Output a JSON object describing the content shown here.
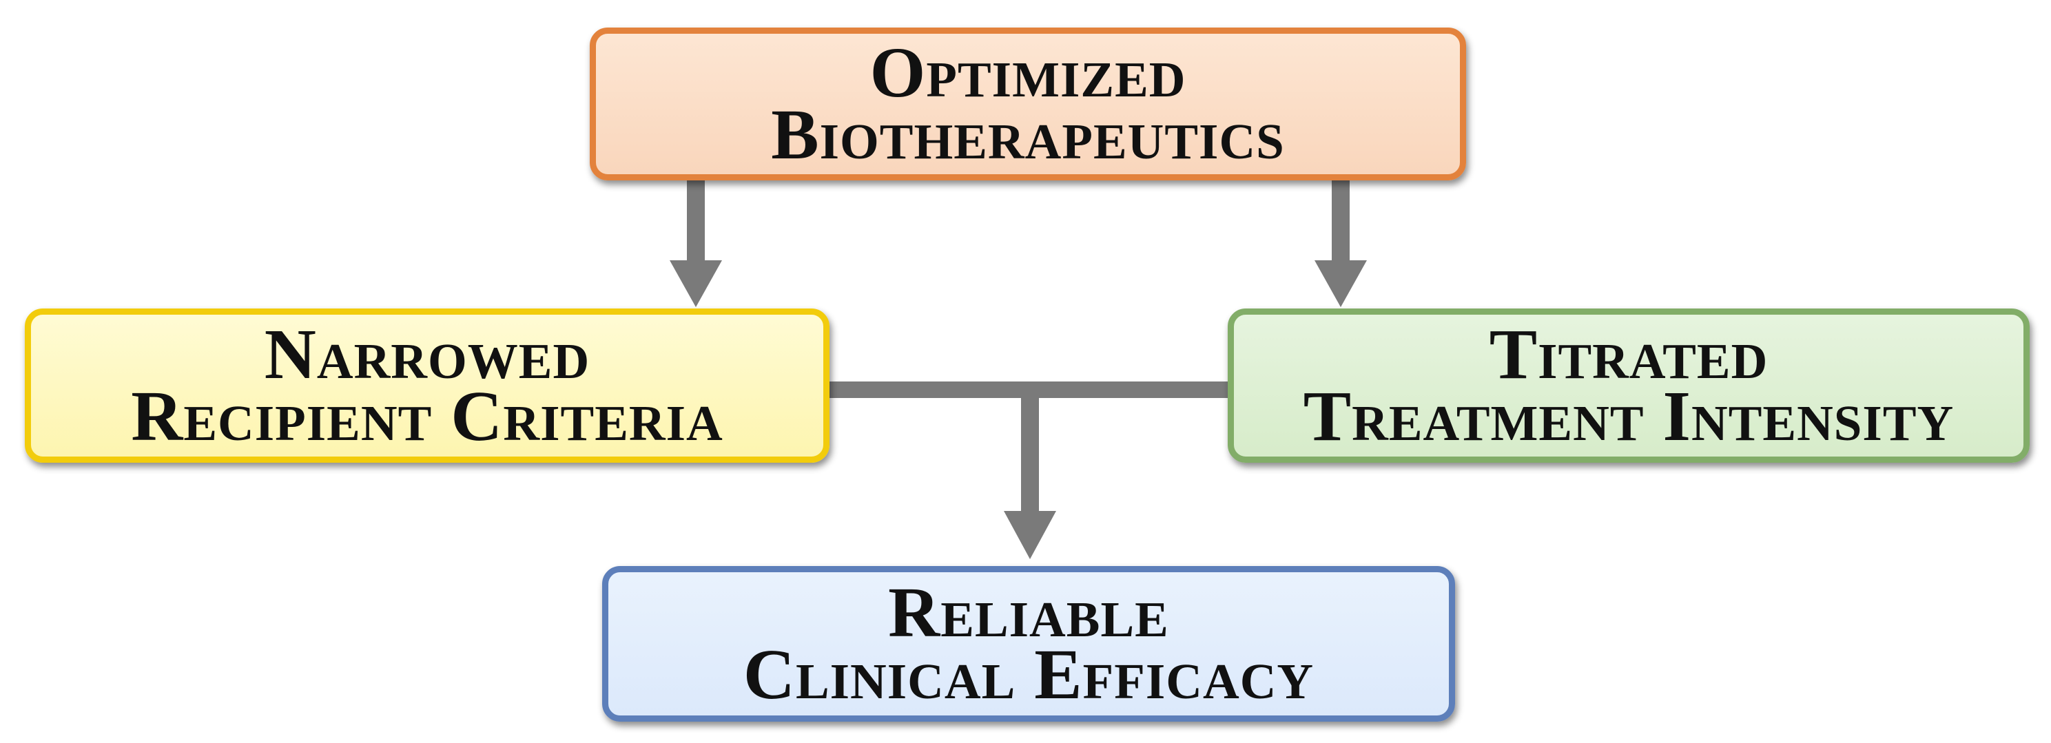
{
  "nodes": {
    "top": {
      "lines": [
        "Optimized",
        "Biotherapeutics"
      ]
    },
    "left": {
      "lines": [
        "Narrowed",
        "Recipient Criteria"
      ]
    },
    "right": {
      "lines": [
        "Titrated",
        "Treatment Intensity"
      ]
    },
    "bottom": {
      "lines": [
        "Reliable",
        "Clinical Efficacy"
      ]
    }
  },
  "colors": {
    "connector": "#7a7a7a",
    "top_border": "#e3823c",
    "top_fill": "#fbdcc5",
    "left_border": "#f2cc0c",
    "left_fill": "#fef9c3",
    "right_border": "#82ad68",
    "right_fill": "#ddefd1",
    "bottom_border": "#5d7fba",
    "bottom_fill": "#e2edfc"
  },
  "edges": [
    {
      "from": "top",
      "to": "left"
    },
    {
      "from": "top",
      "to": "right"
    },
    {
      "from": "left",
      "to": "bottom"
    },
    {
      "from": "right",
      "to": "bottom"
    }
  ]
}
